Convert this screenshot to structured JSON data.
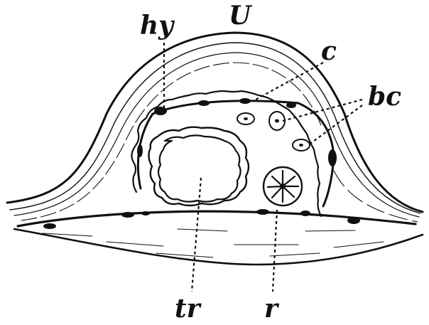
{
  "labels": {
    "hy": "hy",
    "U": "U",
    "c": "c",
    "bc": "bc",
    "tr": "tr",
    "r": "r"
  },
  "ink_color": "#111111"
}
